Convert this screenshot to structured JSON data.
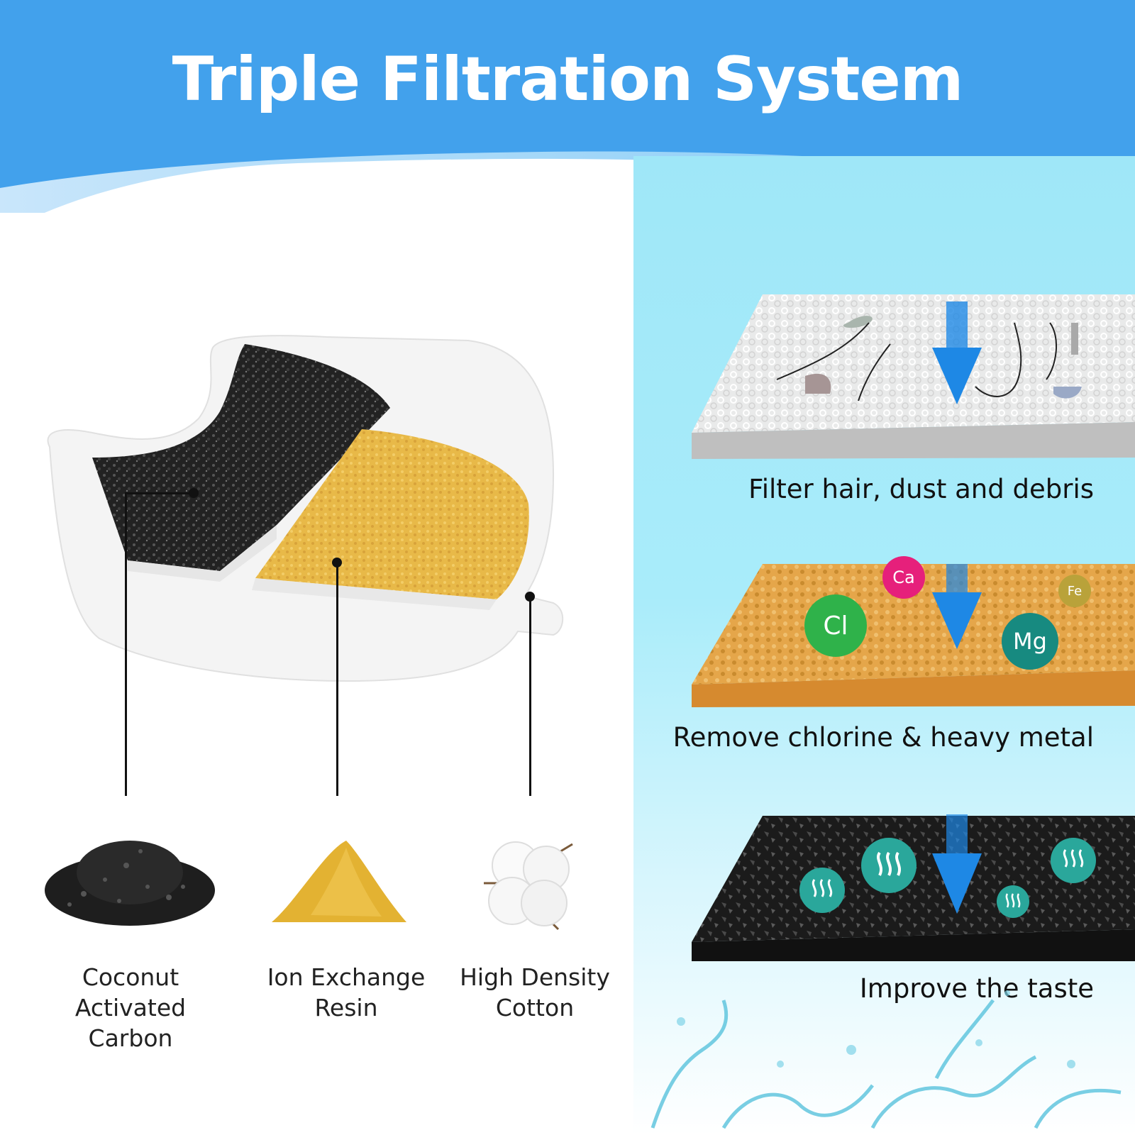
{
  "header": {
    "title": "Triple Filtration System"
  },
  "materials": [
    {
      "label": "Coconut Activated Carbon"
    },
    {
      "label": "Ion Exchange Resin"
    },
    {
      "label": "High Density Cotton"
    }
  ],
  "layers": [
    {
      "caption": "Filter hair, dust and debris"
    },
    {
      "caption": "Remove chlorine & heavy metal"
    },
    {
      "caption": "Improve the taste"
    }
  ],
  "ions": {
    "cl": "Cl",
    "ca": "Ca",
    "fe": "Fe",
    "mg": "Mg"
  },
  "colors": {
    "header_blue": "#42a1ec",
    "light_cyan": "#a6eaf9",
    "arrow_blue": "#1e88e5",
    "carbon": "#2a2a2a",
    "resin": "#e8b948",
    "cotton": "#f2f2f2",
    "teal_bubble": "#2aa79b"
  }
}
